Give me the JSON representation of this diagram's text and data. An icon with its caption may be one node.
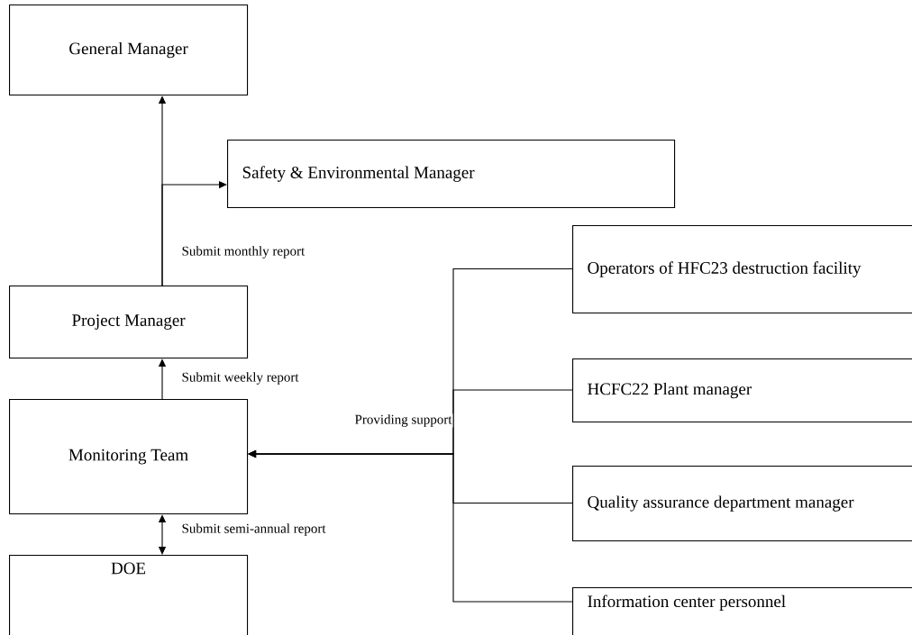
{
  "diagram": {
    "nodes": [
      {
        "text": [
          "General Manager"
        ]
      },
      {
        "text": [
          "Safety & Environmental Manager"
        ]
      },
      {
        "text": [
          "Project Manager"
        ]
      },
      {
        "text": [
          "Monitoring Team"
        ]
      },
      {
        "text": [
          "DOE"
        ]
      },
      {
        "text": [
          "Operators of HFC23 destruction facility"
        ]
      },
      {
        "text": [
          "HCFC22 Plant manager"
        ]
      },
      {
        "text": [
          "Quality assurance department manager"
        ]
      },
      {
        "text": [
          "Information center personnel"
        ]
      }
    ],
    "edges": [
      {
        "from": 2,
        "to": 0,
        "arrow": "to",
        "label": "Submit monthly report"
      },
      {
        "from": 2,
        "to": 1,
        "arrow": "to"
      },
      {
        "from": 3,
        "to": 2,
        "arrow": "to",
        "label": "Submit weekly report"
      },
      {
        "from": 3,
        "to": 4,
        "arrow": "both",
        "label": "Submit semi-annual report"
      },
      {
        "from": 5,
        "to": 3,
        "arrow": "to"
      },
      {
        "from": 6,
        "to": 3,
        "arrow": "to",
        "label": "Providing support"
      },
      {
        "from": 7,
        "to": 3,
        "arrow": "to"
      },
      {
        "from": 8,
        "to": 3,
        "arrow": "to"
      }
    ]
  }
}
